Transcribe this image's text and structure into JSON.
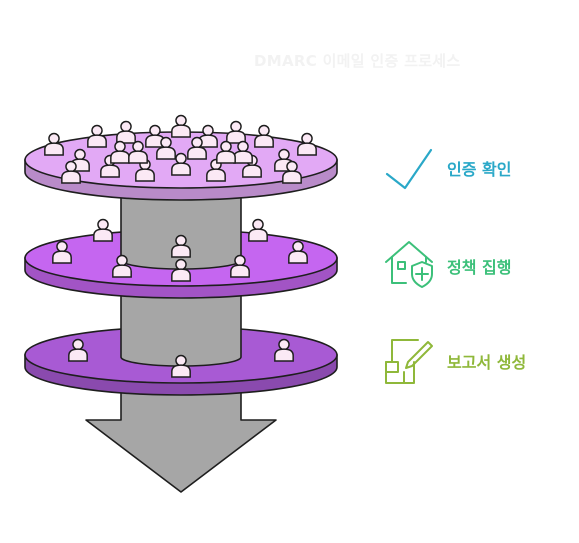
{
  "title": "DMARC 이메일 인증 프로세스",
  "steps": [
    {
      "label": "인증 확인",
      "icon": "checkmark-icon",
      "color": "#2aa8c8",
      "people_count": 24
    },
    {
      "label": "정책 집행",
      "icon": "house-shield-icon",
      "color": "#3cc07a",
      "people_count": 8
    },
    {
      "label": "보고서 생성",
      "icon": "edit-document-icon",
      "color": "#8fb83a",
      "people_count": 3
    }
  ],
  "colors": {
    "disc_top": "#e2a9f5",
    "disc_middle": "#c566f0",
    "disc_bottom": "#a85ad4",
    "stem": "#a6a6a6",
    "arrow": "#a6a6a6"
  }
}
